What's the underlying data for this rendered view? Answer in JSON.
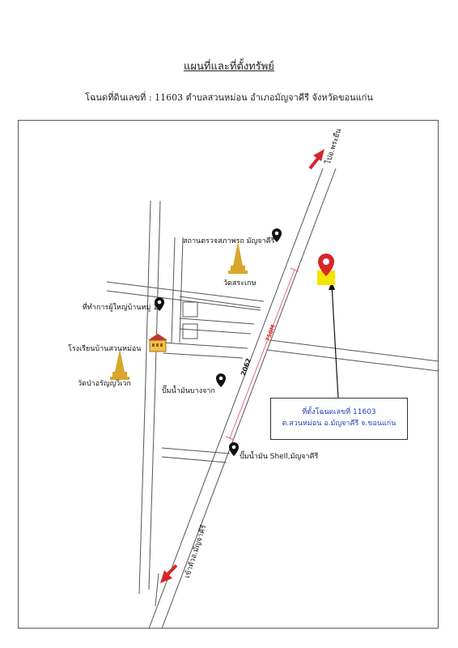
{
  "header": {
    "title": "แผนที่และที่ตั้งทรัพย์",
    "subtitle": "โฉนดที่ดินเลขที่ :  11603 ตำบลสวนหม่อน อำเภอมัญจาคีรี จังหวัดขอนแก่น"
  },
  "labels": {
    "to_phra_yuen": "ไปอ.พระยืน",
    "to_mancha_khiri": "เข้าตัวอ.มัญจาคีรี",
    "inspection_station": "สถานตรวจสภาพรถ มัญจาคีรี",
    "wat_sra_ket": "วัดสระเกษ",
    "village_head_office": "ที่ทำการผู้ใหญ่บ้านหมู่ 1",
    "school": "โรงเรียนบ้านสวนหม่อน",
    "wat_pa": "วัดป่าอรัญญวิเวก",
    "gas_bang_chak": "ปั๊มน้ำมันบางจาก",
    "gas_shell": "ปั๊มน้ำมัน Shell,มัญจาคีรี",
    "road_number": "2062",
    "distance": "750M"
  },
  "info_box": {
    "line1": "ที่ตั้งโฉนดเลขที่ 11603",
    "line2": "ต.สวนหม่อน อ.มัญจาคีรี จ.ขอนแก่น"
  },
  "colors": {
    "pin_target": "#d7262c",
    "target_marker": "#f4e400",
    "info_text": "#1d3fb8",
    "arrow": "#d7262c",
    "temple": "#d9a62b",
    "road": "#555555"
  },
  "icons": {
    "target_pin": "map-pin-icon",
    "poi_pin": "map-pin-icon",
    "temple": "temple-icon",
    "school": "school-building-icon",
    "direction_arrow": "arrow-icon"
  }
}
